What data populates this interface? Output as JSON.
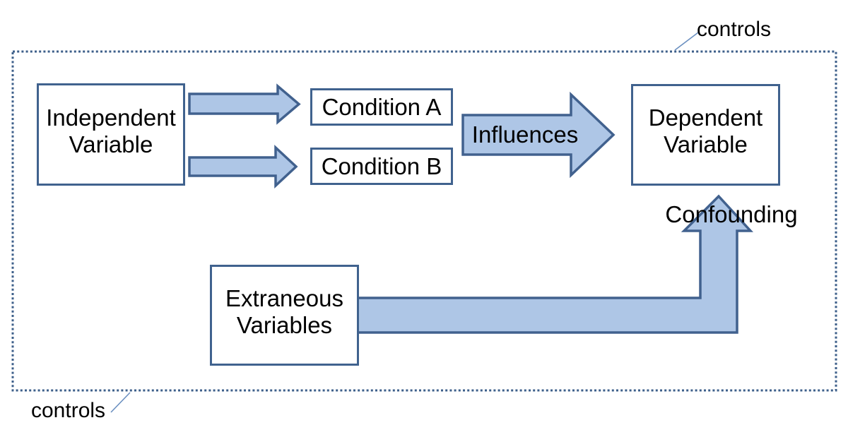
{
  "diagram": {
    "title_implicit": "Experimental design: variables diagram",
    "boxes": {
      "independent": {
        "label": "Independent\nVariable"
      },
      "condition_a": {
        "label": "Condition A"
      },
      "condition_b": {
        "label": "Condition B"
      },
      "dependent": {
        "label": "Dependent\nVariable"
      },
      "extraneous": {
        "label": "Extraneous\nVariables"
      }
    },
    "arrow_labels": {
      "influences": "Influences",
      "confounding": "Confounding"
    },
    "boundary_labels": {
      "controls_top": "controls",
      "controls_bottom": "controls"
    },
    "colors": {
      "arrow_fill": "#aec6e6",
      "arrow_stroke": "#41618e",
      "box_border": "#40628e",
      "dotted_border": "#3d5f8a",
      "connector_line": "#6a8fc0",
      "text_color": "#000000",
      "bg": "#ffffff"
    }
  }
}
